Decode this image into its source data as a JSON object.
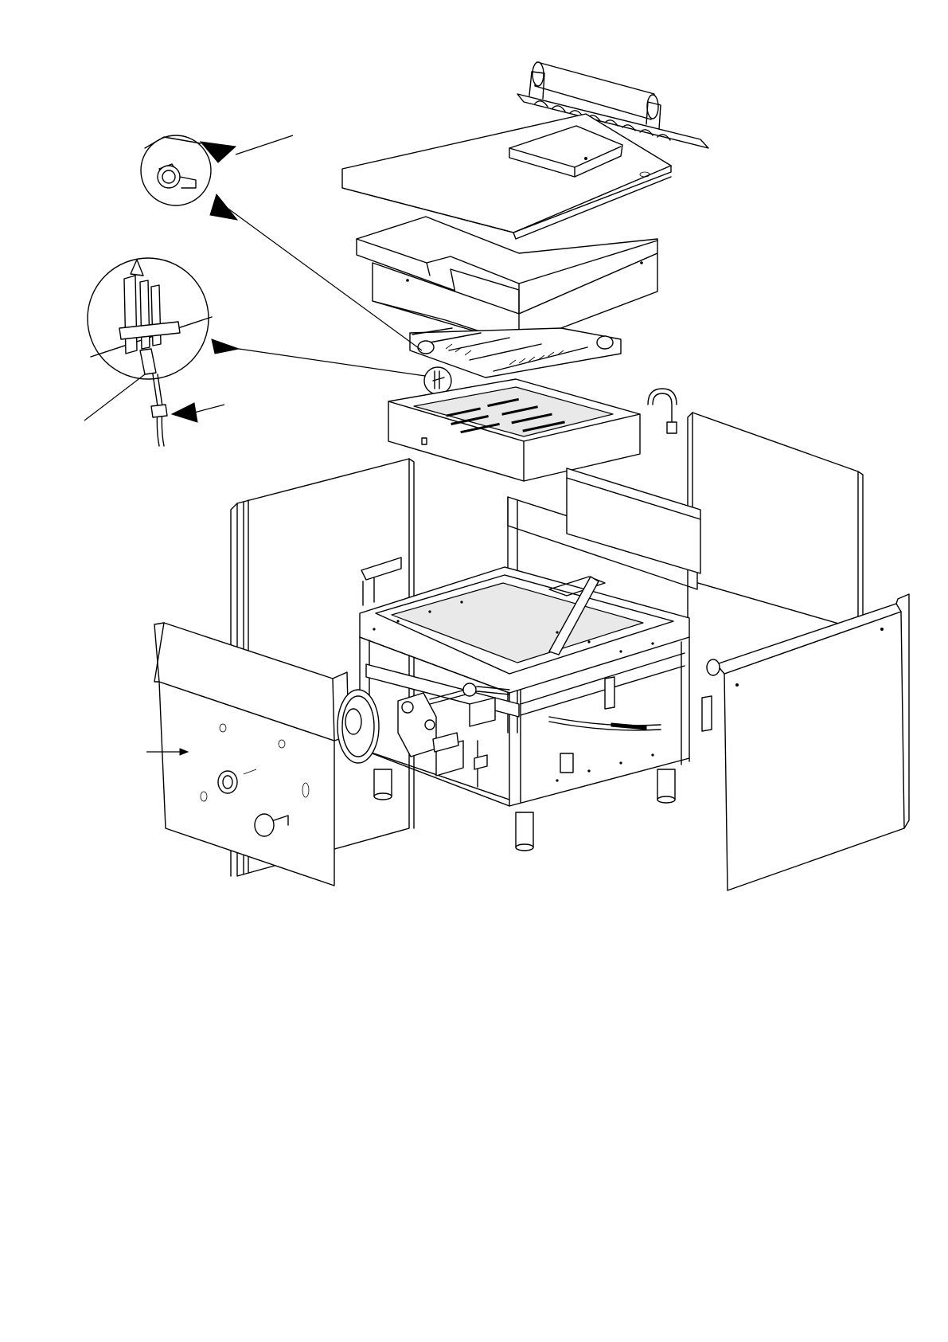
{
  "page": {
    "footer_text": ""
  },
  "colors": {
    "line": "#000000",
    "background": "#ffffff",
    "shade": "#e9e9e9"
  },
  "parts": [
    "lid-handle-rail",
    "top-cover",
    "inner-lid-panel",
    "fry-basin",
    "burner-tubes",
    "combustion-chamber",
    "left-side-panel",
    "right-side-panel",
    "frame-chassis",
    "front-control-panel",
    "right-front-panel",
    "drain-tap",
    "gas-valve",
    "thermocouple-detail",
    "pilot-burner-detail"
  ]
}
